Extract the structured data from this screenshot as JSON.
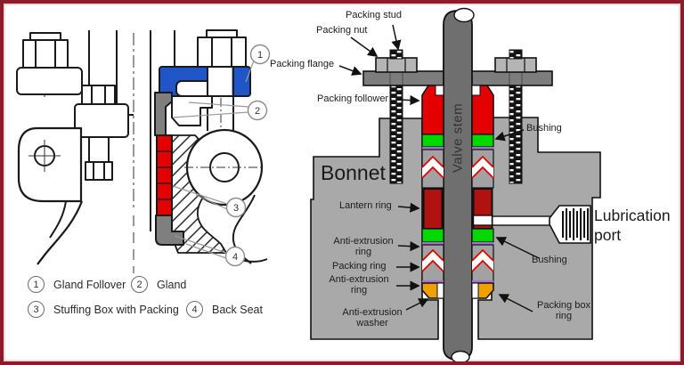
{
  "left_diagram": {
    "callouts": [
      "1",
      "2",
      "3",
      "4"
    ],
    "legend": [
      {
        "num": "1",
        "label": "Gland Follover"
      },
      {
        "num": "2",
        "label": "Gland"
      },
      {
        "num": "3",
        "label": "Stuffing Box with Packing"
      },
      {
        "num": "4",
        "label": "Back Seat"
      }
    ]
  },
  "right_diagram": {
    "labels": {
      "packing_stud": "Packing stud",
      "packing_nut": "Packing nut",
      "packing_flange": "Packing flange",
      "packing_follower": "Packing follower",
      "bonnet": "Bonnet",
      "valve_stem": "Valve stem",
      "lantern_ring": "Lantern ring",
      "anti_extrusion_ring_upper": "Anti-extrusion\nring",
      "packing_ring": "Packing ring",
      "anti_extrusion_ring_lower": "Anti-extrusion\nring",
      "anti_extrusion_washer": "Anti-extrusion\nwasher",
      "bushing_upper": "Bushing",
      "bushing_lower": "Bushing",
      "lubrication_port": "Lubrication\nport",
      "packing_box_ring": "Packing box\nring"
    }
  },
  "colors": {
    "frame_maroon": "#8c1c2c",
    "bonnet_gray": "#a9a9a9",
    "flange_gray": "#7d7d7d",
    "stem_gray": "#6f6f6f",
    "packing_red": "#e40000",
    "lantern_red": "#b01212",
    "bushing_green": "#00d800",
    "washer_orange": "#f0a000",
    "ring_purple": "#a76fd6",
    "gland_blue": "#2055c8"
  }
}
